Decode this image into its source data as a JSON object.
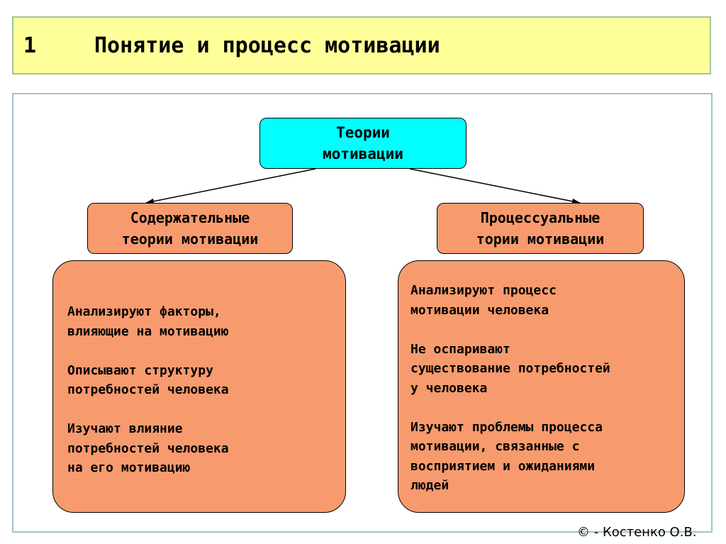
{
  "header": {
    "number": "1",
    "title": "Понятие и процесс мотивации"
  },
  "diagram": {
    "root": {
      "label": "Теории\nмотивации"
    },
    "left": {
      "title": "Содержательные\nтеории мотивации",
      "items": [
        "Анализируют факторы,\nвлияющие на мотивацию",
        "Описывают структуру\nпотребностей человека",
        "Изучают влияние\nпотребностей человека\nна его мотивацию"
      ]
    },
    "right": {
      "title": "Процессуальные\nтории мотивации",
      "items": [
        "Анализируют процесс\nмотивации человека",
        "Не оспаривают\nсуществование потребностей\nу человека",
        "Изучают проблемы процесса\nмотивации, связанные с\nвосприятием и ожиданиями\nлюдей"
      ]
    }
  },
  "footer": {
    "text": "© - Костенко О.В."
  }
}
